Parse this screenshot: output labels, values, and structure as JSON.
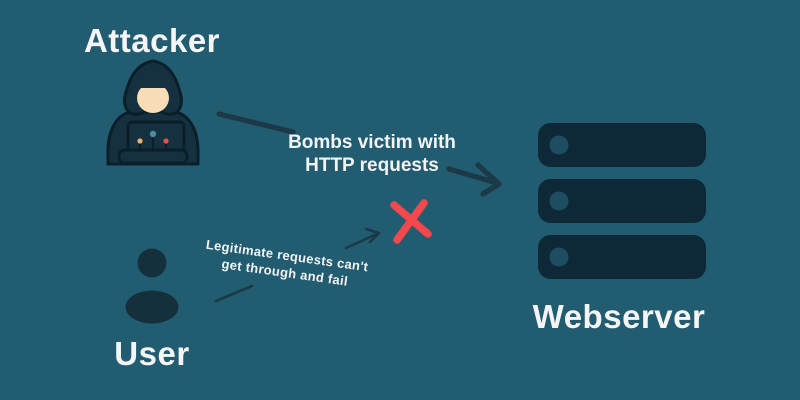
{
  "diagram": {
    "type": "ddos-attack-explainer",
    "nodes": {
      "attacker": {
        "label": "Attacker",
        "icon": "hooded-hacker-with-laptop-icon"
      },
      "user": {
        "label": "User",
        "icon": "person-silhouette-icon"
      },
      "webserver": {
        "label": "Webserver",
        "icon": "server-stack-icon",
        "server_units": 3
      }
    },
    "edges": [
      {
        "from": "attacker",
        "to": "webserver",
        "label_lines": [
          "Bombs victim with",
          "HTTP requests"
        ],
        "status": "delivered"
      },
      {
        "from": "user",
        "to": "webserver",
        "label_lines": [
          "Legitimate requests can't",
          "get through and fail"
        ],
        "status": "blocked",
        "blocked_marker": "red-x-icon"
      }
    ],
    "colors": {
      "background": "#215c70",
      "icon_navy": "#15313f",
      "icon_outline": "#0a1f2a",
      "server_fill": "#0d2937",
      "server_light_circle": "#1e4c60",
      "arrow": "#1b3947",
      "text": "#f4f5f4",
      "blocked_x": "#f5484c",
      "face_skin": "#f8ddb7",
      "laptop_dot_teal": "#4b8ba2",
      "laptop_dot_orange": "#edae72",
      "laptop_dot_red": "#e4504e"
    }
  }
}
